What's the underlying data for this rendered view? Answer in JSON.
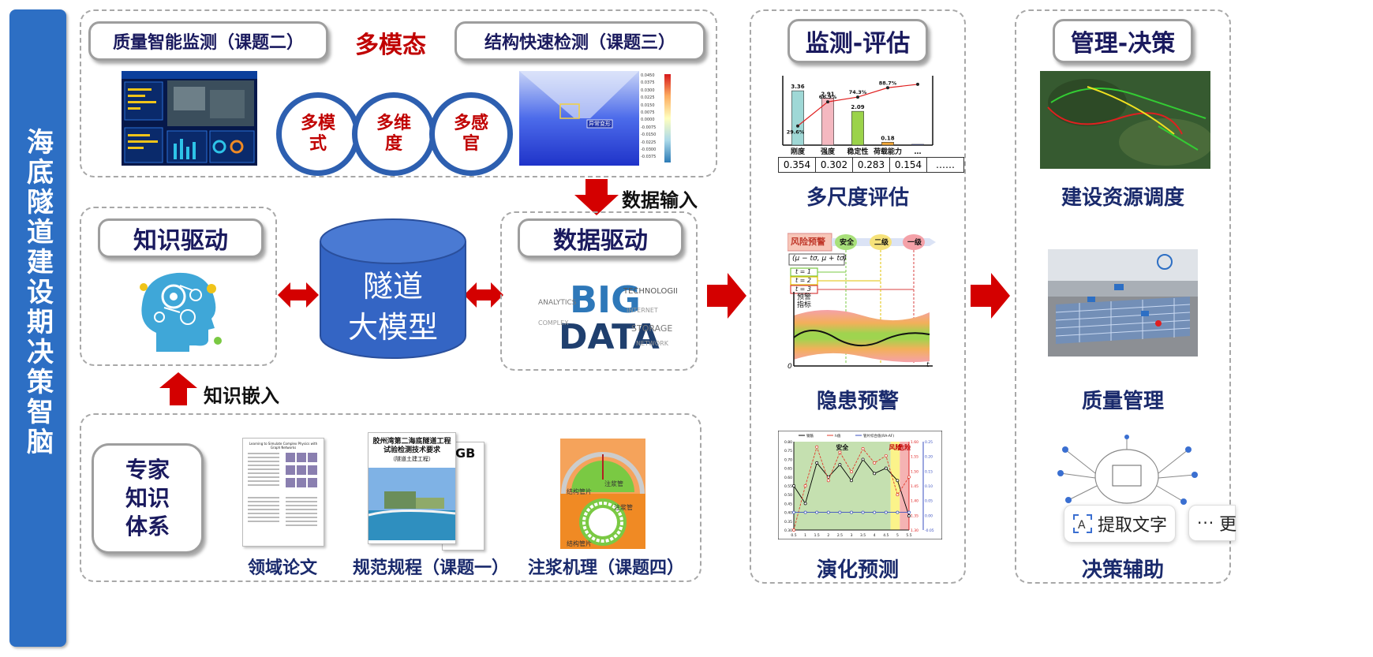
{
  "sidebar": {
    "title": "海底隧道建设期决策智脑"
  },
  "top_panel": {
    "left_pill": "质量智能监测（课题二）",
    "center_label": "多模态",
    "right_pill": "结构快速检测（课题三）",
    "circles": [
      "多模\n式",
      "多维\n度",
      "多感\n官"
    ],
    "inspection_tag": "异常变形",
    "colorbar_ticks": [
      "0.0450",
      "0.0375",
      "0.0300",
      "0.0225",
      "0.0150",
      "0.0075",
      "0.0000",
      "-0.0075",
      "-0.0150",
      "-0.0225",
      "-0.0300",
      "-0.0375"
    ]
  },
  "data_input_label": "数据输入",
  "knowledge_panel": {
    "title": "知识驱动"
  },
  "center_model": {
    "line1": "隧道",
    "line2": "大模型"
  },
  "data_panel": {
    "title": "数据驱动"
  },
  "knowledge_embed_label": "知识嵌入",
  "expert_panel": {
    "title_lines": [
      "专家",
      "知识",
      "体系"
    ],
    "items": [
      {
        "caption": "领域论文",
        "doc_title": "Learning to Simulate Complex Physics with Graph Networks"
      },
      {
        "caption": "规范规程（课题一）",
        "doc_title": "胶州湾第二海底隧道工程\n试验检测技术要求",
        "doc_subtitle": "（隧道土建工程）",
        "badge": "GB"
      },
      {
        "caption": "注浆机理（课题四）",
        "label_a": "注浆管",
        "label_b": "结构管片",
        "label_c": "注浆管",
        "label_d": "结构管片"
      }
    ]
  },
  "monitor_panel": {
    "title": "监测-评估",
    "multi_scale_caption": "多尺度评估",
    "warning_caption": "隐患预警",
    "evolution_caption": "演化预测",
    "warning_chart": {
      "levels": [
        "风险预警",
        "安全",
        "二级",
        "一级"
      ],
      "formula": "(μ − tσ, μ + tσ)",
      "t_labels": [
        "t = 1",
        "t = 2",
        "t = 3"
      ],
      "y_label": "预警\n指标",
      "origin": "0",
      "x_axis": "t"
    }
  },
  "decision_panel": {
    "title": "管理-决策",
    "captions": [
      "建设资源调度",
      "质量管理",
      "决策辅助"
    ]
  },
  "ocr_toolbar": {
    "extract_text": "提取文字",
    "more": "更"
  },
  "chart_data": [
    {
      "type": "bar",
      "categories": [
        "刚度",
        "强度",
        "稳定性",
        "荷载能力",
        "…"
      ],
      "values": [
        3.36,
        2.91,
        2.09,
        0.18,
        0.05
      ],
      "bar_labels": [
        "3.36",
        "2.91",
        "2.09",
        "0.18",
        ""
      ],
      "bar_colors": [
        "#9fd8d6",
        "#f4b8c0",
        "#9bd34a",
        "#f3a736",
        "#3b4fa8"
      ],
      "cumulative": [
        29.6,
        66.9,
        74.3,
        88.7,
        94
      ],
      "cumulative_labels": [
        "29.6%",
        "66.9%",
        "74.3%",
        "88.7%",
        ""
      ],
      "table_values": [
        "0.354",
        "0.302",
        "0.283",
        "0.154",
        "……"
      ]
    },
    {
      "type": "line",
      "legend": [
        "钢筋",
        "h值",
        "管片综合值(RA-AF)"
      ],
      "zones": [
        "安全",
        "风险",
        "危险"
      ],
      "x": [
        "0.5",
        "1",
        "1.5",
        "2",
        "2.5",
        "3",
        "3.5",
        "4",
        "4.5",
        "5",
        "5.5"
      ],
      "y_left_ticks": [
        "0.80",
        "0.75",
        "0.70",
        "0.65",
        "0.60",
        "0.55",
        "0.50",
        "0.45",
        "0.40",
        "0.35",
        "0.30"
      ],
      "y_right_ticks": [
        "0.25",
        "0.20",
        "0.15",
        "0.10",
        "0.05",
        "0.00",
        "-0.05"
      ],
      "y_right2_ticks": [
        "1.60",
        "1.55",
        "1.50",
        "1.45",
        "1.40",
        "1.35",
        "1.30"
      ],
      "series": [
        {
          "name": "钢筋",
          "color": "#000000",
          "values": [
            0.55,
            0.45,
            0.68,
            0.6,
            0.67,
            0.58,
            0.7,
            0.62,
            0.65,
            0.58,
            0.38
          ]
        },
        {
          "name": "h值",
          "color": "#e03b2b",
          "values": [
            0.3,
            0.55,
            0.77,
            0.58,
            0.74,
            0.63,
            0.76,
            0.68,
            0.72,
            0.5,
            0.6
          ]
        },
        {
          "name": "管片综合值(RA-AF)",
          "color": "#3a4fc0",
          "values": [
            0.4,
            0.4,
            0.4,
            0.4,
            0.4,
            0.4,
            0.4,
            0.4,
            0.4,
            0.4,
            0.4
          ]
        }
      ]
    }
  ]
}
